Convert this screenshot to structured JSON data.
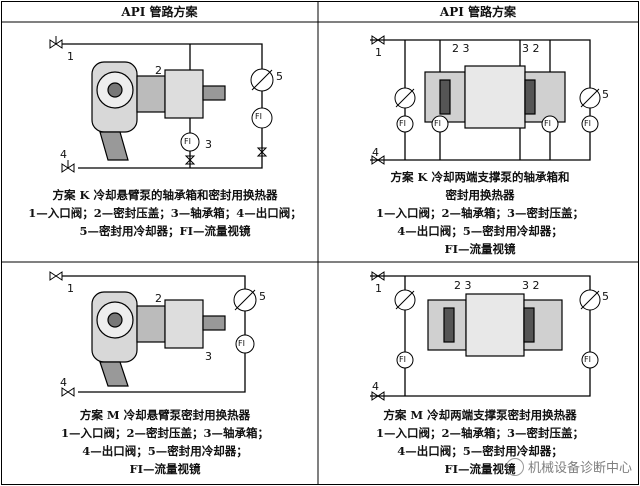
{
  "header": {
    "left_title": "API 管路方案",
    "right_title": "API 管路方案"
  },
  "panels": [
    {
      "captions": [
        "方案 K  冷却悬臂泵的轴承箱和密封用换热器",
        "1—入口阀；2—密封压盖；3—轴承箱；4—出口阀；",
        "5—密封用冷却器；FI—流量视镜"
      ],
      "labels": {
        "n1": "1",
        "n2": "2",
        "n3": "3",
        "n4": "4",
        "n5": "5",
        "fi_a": "FI",
        "fi_b": "FI"
      }
    },
    {
      "captions": [
        "方案 K  冷却两端支撑泵的轴承箱和",
        "密封用换热器",
        "1—入口阀；2—轴承箱；3—密封压盖；",
        "4—出口阀；5—密封用冷却器；",
        "FI—流量视镜"
      ],
      "labels": {
        "n1": "1",
        "n23a": "2 3",
        "n32b": "3 2",
        "n4": "4",
        "n5": "5",
        "fi_a": "FI",
        "fi_b": "FI",
        "fi_c": "FI",
        "fi_d": "FI"
      }
    },
    {
      "captions": [
        "方案 M  冷却悬臂泵密封用换热器",
        "1—入口阀；2—密封压盖；3—轴承箱；",
        "4—出口阀；5—密封用冷却器；",
        "FI—流量视镜"
      ],
      "labels": {
        "n1": "1",
        "n2": "2",
        "n3": "3",
        "n4": "4",
        "n5": "5",
        "fi": "FI"
      }
    },
    {
      "captions": [
        "方案 M  冷却两端支撑泵密封用换热器",
        "1—入口阀；2—轴承箱；3—密封压盖；",
        "4—出口阀；5—密封用冷却器；",
        "FI—流量视镜"
      ],
      "labels": {
        "n1": "1",
        "n23a": "2 3",
        "n32b": "3 2",
        "n4": "4",
        "n5": "5",
        "fi_a": "FI",
        "fi_b": "FI"
      }
    }
  ],
  "watermark": {
    "text": "机械设备诊断中心"
  }
}
